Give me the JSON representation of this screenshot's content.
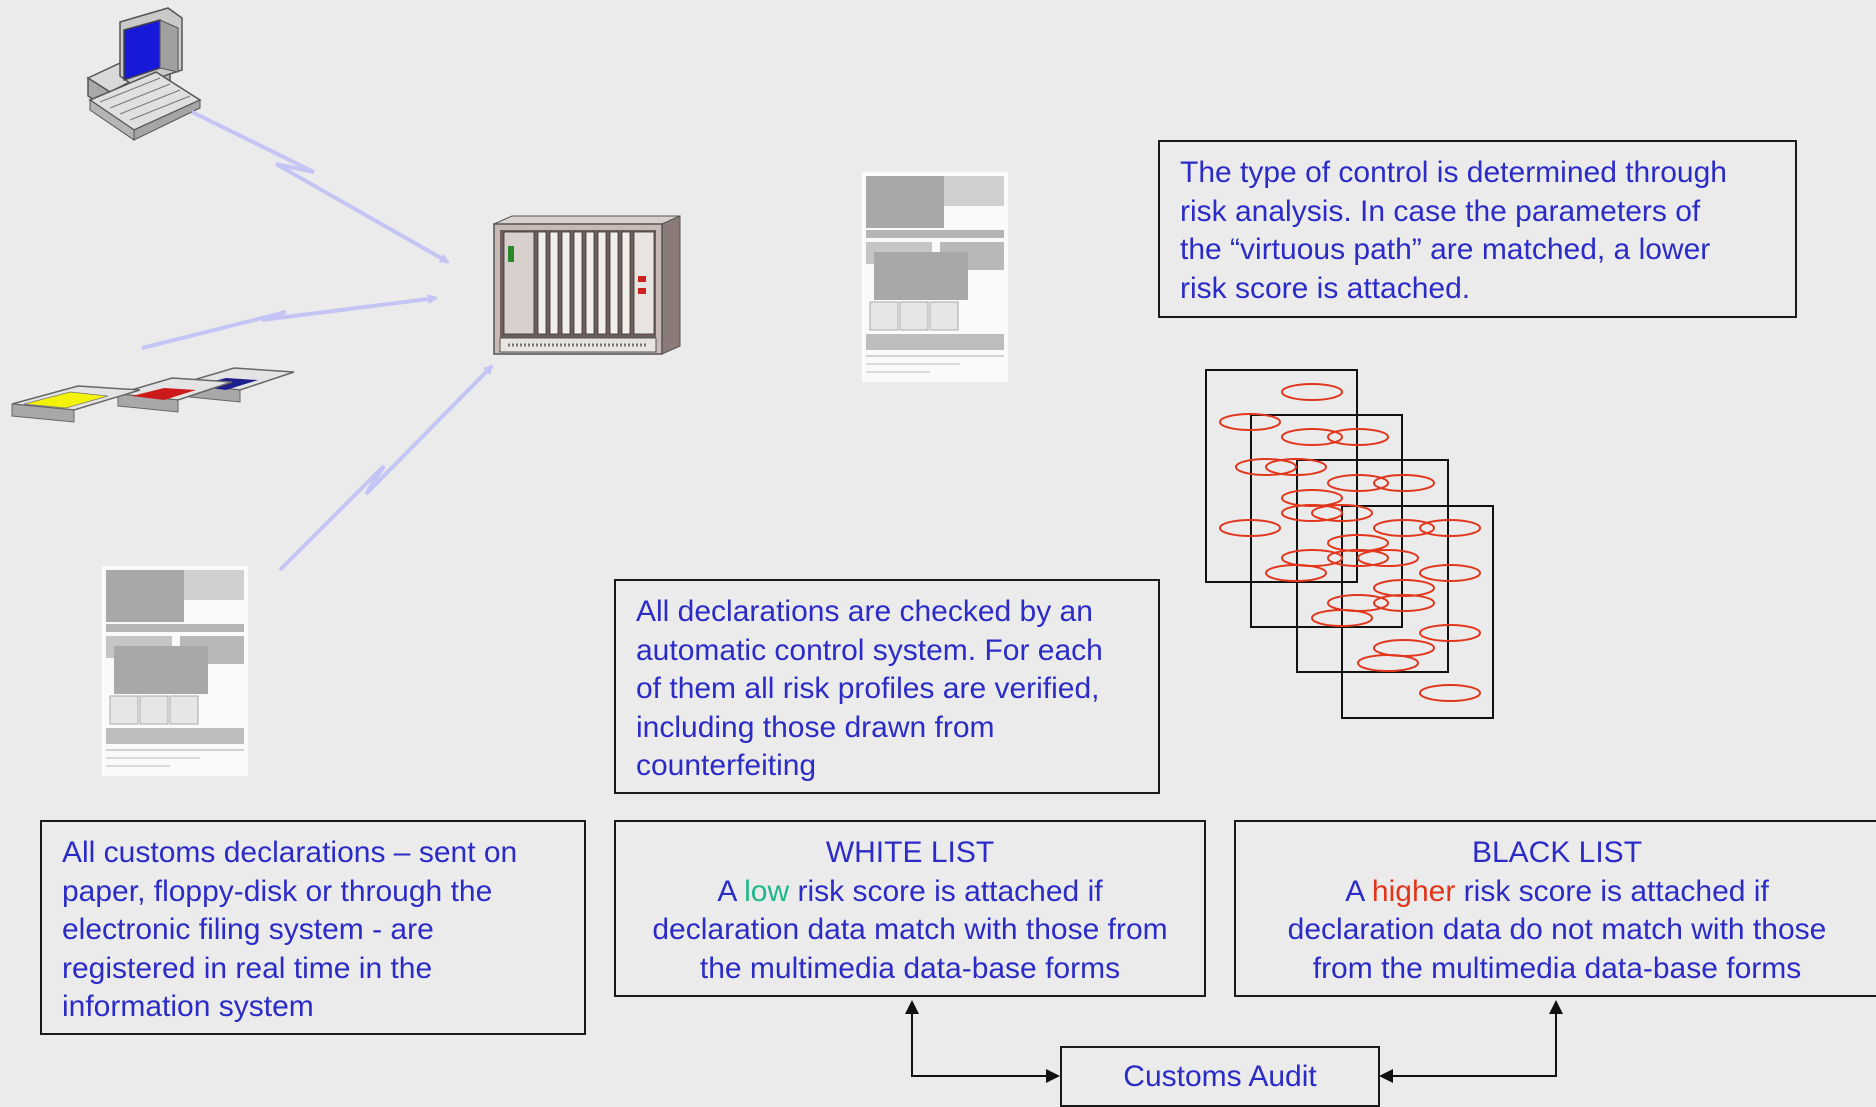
{
  "boxes": {
    "registration": {
      "lines": [
        "All customs declarations – sent on",
        "paper, floppy-disk or through the",
        "electronic filing system - are",
        "registered in real time in the",
        "information system"
      ]
    },
    "automatic_check": {
      "lines": [
        "All declarations are checked by an",
        "automatic control system. For each",
        "of them all risk profiles are verified,",
        "including those drawn from",
        "counterfeiting"
      ]
    },
    "risk_analysis": {
      "lines": [
        "The type of control is determined through",
        "risk analysis.  In case the parameters of",
        "the “virtuous path” are matched, a lower",
        "risk score is attached."
      ]
    },
    "white_list": {
      "title": "WHITE LIST",
      "line1_pre": "A ",
      "line1_highlight": "low",
      "line1_post": " risk score is attached if",
      "line2": "declaration data match with those from",
      "line3": "the multimedia data-base forms"
    },
    "black_list": {
      "title": "BLACK LIST",
      "line1_pre": "A ",
      "line1_highlight": "higher",
      "line1_post": " risk score is attached if",
      "line2": "declaration data do not match with those",
      "line3": "from the multimedia data-base forms"
    },
    "customs_audit": {
      "label": "Customs Audit"
    }
  },
  "colors": {
    "text": "#2b2bc8",
    "low": "#1fb88a",
    "higher": "#e2361c",
    "lightning": "#c5c5f5",
    "oval": "#e2361c",
    "background": "#ebebeb"
  },
  "icons": [
    "computer-icon",
    "floppy-disks-icon",
    "paper-form-icon",
    "server-rack-icon",
    "risk-profile-sheets-icon"
  ]
}
